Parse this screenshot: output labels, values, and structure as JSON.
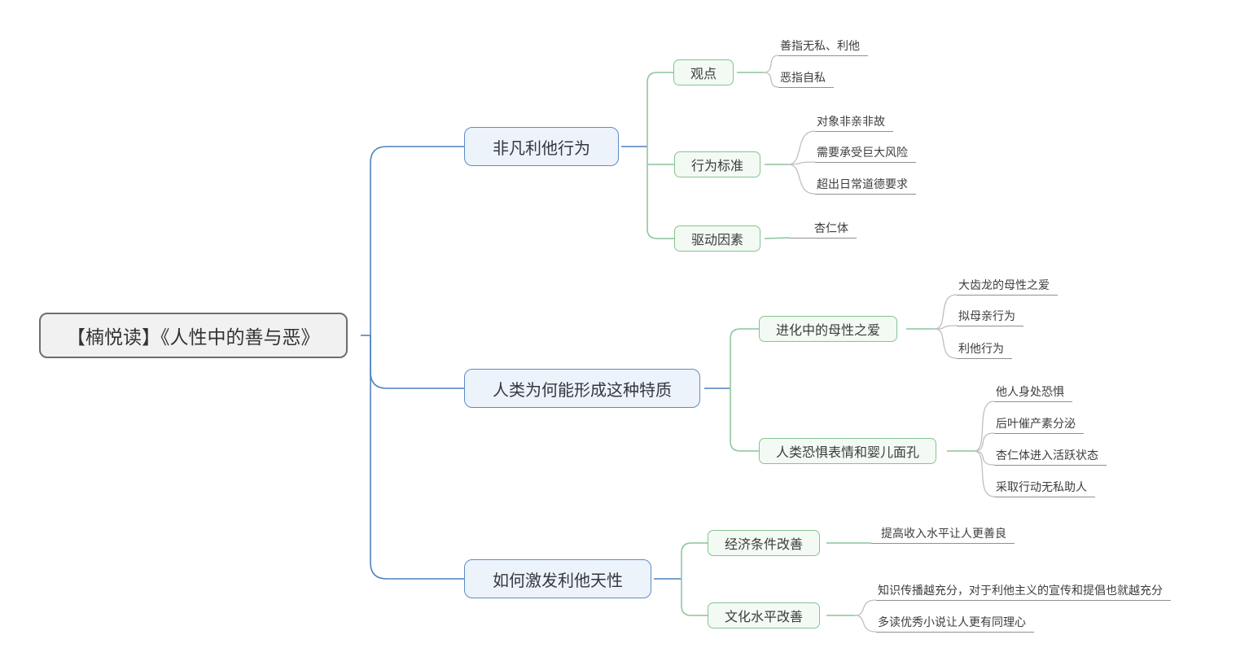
{
  "root": {
    "label": "【楠悦读】《人性中的善与恶》"
  },
  "branches": [
    {
      "label": "非凡利他行为",
      "children": [
        {
          "label": "观点",
          "leaves": [
            "善指无私、利他",
            "恶指自私"
          ]
        },
        {
          "label": "行为标准",
          "leaves": [
            "对象非亲非故",
            "需要承受巨大风险",
            "超出日常道德要求"
          ]
        },
        {
          "label": "驱动因素",
          "leaves": [
            "杏仁体"
          ]
        }
      ]
    },
    {
      "label": "人类为何能形成这种特质",
      "children": [
        {
          "label": "进化中的母性之爱",
          "leaves": [
            "大齿龙的母性之爱",
            "拟母亲行为",
            "利他行为"
          ]
        },
        {
          "label": "人类恐惧表情和婴儿面孔",
          "leaves": [
            "他人身处恐惧",
            "后叶催产素分泌",
            "杏仁体进入活跃状态",
            "采取行动无私助人"
          ]
        }
      ]
    },
    {
      "label": "如何激发利他天性",
      "children": [
        {
          "label": "经济条件改善",
          "leaves": [
            "提高收入水平让人更善良"
          ]
        },
        {
          "label": "文化水平改善",
          "leaves": [
            "知识传播越充分，对于利他主义的宣传和提倡也就越充分",
            "多读优秀小说让人更有同理心"
          ]
        }
      ]
    }
  ],
  "colors": {
    "root_border": "#6e6e6e",
    "root_fill": "#f1f1f1",
    "branch_border": "#5e8cc7",
    "branch_fill": "#edf3fa",
    "child_border": "#86c48f",
    "child_fill": "#f3faf4",
    "connector_blue": "#4f81bd",
    "connector_green": "#8cc49a",
    "connector_gray": "#bfbfbf",
    "leaf_underline": "#909090"
  }
}
